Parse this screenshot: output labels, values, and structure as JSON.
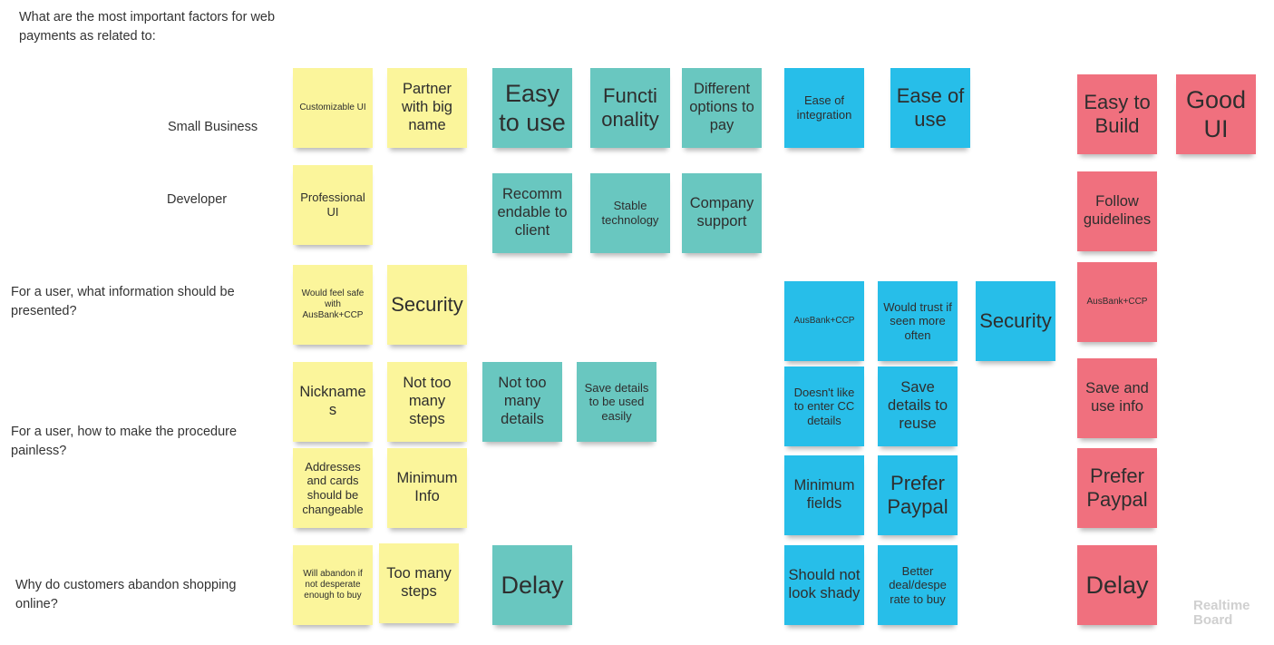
{
  "board": {
    "question": "What are the most important factors for web payments as related to:",
    "rows": {
      "small_business": "Small Business",
      "developer": "Developer",
      "user_info": "For a user, what information should be presented?",
      "user_painless": "For a user, how to make the procedure painless?",
      "abandon": "Why do customers abandon shopping online?"
    },
    "watermark": "Realtime Board"
  },
  "notes": {
    "sb_customizable_ui": "Customizable UI",
    "sb_partner": "Partner with big name",
    "sb_easy_to_use": "Easy to use",
    "sb_functionality": "Functi onality",
    "sb_different_options": "Different options to pay",
    "sb_ease_integration": "Ease of integration",
    "sb_ease_of_use": "Ease of use",
    "sb_easy_to_build": "Easy to Build",
    "sb_good_ui": "Good UI",
    "dev_professional_ui": "Professional UI",
    "dev_recommendable": "Recomm endable to client",
    "dev_stable": "Stable technology",
    "dev_company_support": "Company support",
    "dev_follow_guidelines": "Follow guidelines",
    "info_feel_safe": "Would feel safe with AusBank+CCP",
    "info_security_y": "Security",
    "info_ausbank_b": "AusBank+CCP",
    "info_would_trust": "Would trust if seen more often",
    "info_security_b": "Security",
    "info_ausbank_p": "AusBank+CCP",
    "p_nicknames": "Nicknames",
    "p_not_many_steps": "Not too many steps",
    "p_not_many_details": "Not too many details",
    "p_save_details_used": "Save details to be used easily",
    "p_no_enter_cc": "Doesn't like to enter CC details",
    "p_save_reuse": "Save details to reuse",
    "p_save_use_info": "Save and use info",
    "p_addresses": "Addresses and cards should be changeable",
    "p_minimum_info": "Minimum Info",
    "p_minimum_fields": "Minimum fields",
    "p_prefer_paypal_b": "Prefer Paypal",
    "p_prefer_paypal_p": "Prefer Paypal",
    "a_will_abandon": "Will abandon if not desperate enough to buy",
    "a_too_many_steps": "Too many steps",
    "a_delay_t": "Delay",
    "a_not_shady": "Should not look shady",
    "a_better_deal": "Better deal/despe rate to buy",
    "a_delay_p": "Delay"
  },
  "colors": {
    "yellow": "#fbf59b",
    "teal": "#69c7c0",
    "blue": "#27bee9",
    "pink": "#f0707e"
  }
}
